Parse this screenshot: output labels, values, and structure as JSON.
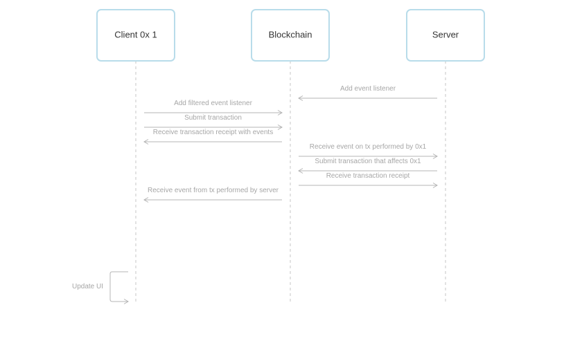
{
  "participants": [
    {
      "id": "client",
      "label": "Client 0x 1"
    },
    {
      "id": "blockchain",
      "label": "Blockchain"
    },
    {
      "id": "server",
      "label": "Server"
    }
  ],
  "messages": [
    {
      "from": "server",
      "to": "blockchain",
      "label": "Add event listener"
    },
    {
      "from": "client",
      "to": "blockchain",
      "label": "Add filtered event listener"
    },
    {
      "from": "client",
      "to": "blockchain",
      "label": "Submit transaction"
    },
    {
      "from": "blockchain",
      "to": "client",
      "label": "Receive transaction receipt with events"
    },
    {
      "from": "blockchain",
      "to": "server",
      "label": "Receive event on tx performed by 0x1"
    },
    {
      "from": "server",
      "to": "blockchain",
      "label": "Submit transaction that affects 0x1"
    },
    {
      "from": "blockchain",
      "to": "server",
      "label": "Receive transaction receipt"
    },
    {
      "from": "blockchain",
      "to": "client",
      "label": "Receive event from tx performed by server"
    }
  ],
  "self_message": {
    "on": "client",
    "label": "Update UI"
  }
}
